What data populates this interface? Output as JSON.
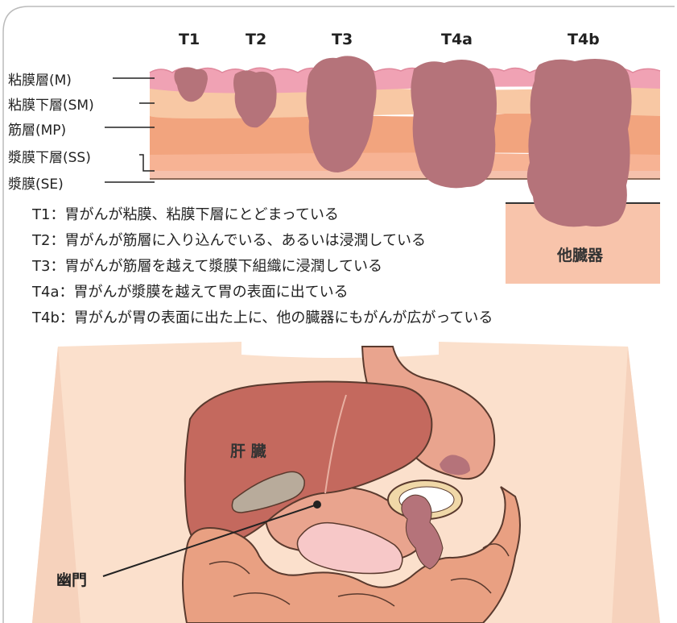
{
  "stages": [
    "T1",
    "T2",
    "T3",
    "T4a",
    "T4b"
  ],
  "layers": [
    "粘膜層(M)",
    "粘膜下層(SM)",
    "筋層(MP)",
    "漿膜下層(SS)",
    "漿膜(SE)"
  ],
  "descriptions": [
    "T1：胃がんが粘膜、粘膜下層にとどまっている",
    "T2：胃がんが筋層に入り込んでいる、あるいは浸潤している",
    "T3：胃がんが筋層を越えて漿膜下組織に浸潤している",
    "T4a：胃がんが漿膜を越えて胃の表面に出ている",
    "T4b：胃がんが胃の表面に出た上に、他の臓器にもがんが広がっている"
  ],
  "other_organ": "他臓器",
  "liver": "肝 臓",
  "pylorus": "幽門",
  "colors": {
    "mucosa": "#f0a2b4",
    "submucosa": "#f8c8a4",
    "muscle": "#f2a47e",
    "subserosa": "#f7b394",
    "serosa": "#f5c1ac",
    "tumor": "#b5737a",
    "skin": "#fbe0cc",
    "liver": "#c4695e",
    "stomach": "#e9a48e",
    "intestine": "#e9a082",
    "gallbladder": "#b8ab9b"
  }
}
